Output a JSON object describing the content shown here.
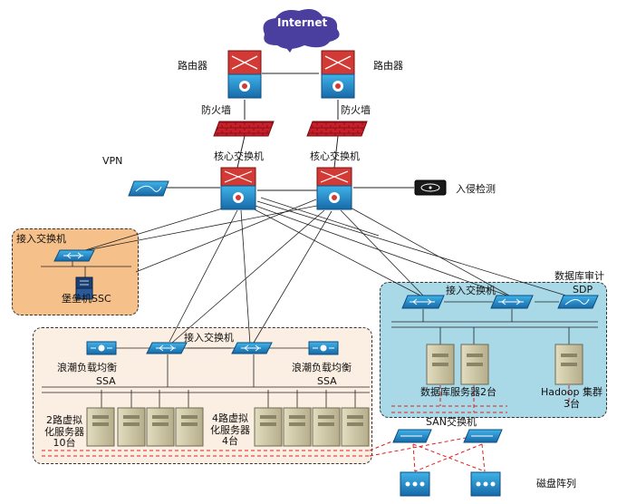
{
  "internet_label": "Internet",
  "routers": {
    "left": "路由器",
    "right": "路由器"
  },
  "firewalls": {
    "left": "防火墙",
    "right": "防火墙"
  },
  "core_switches": {
    "left": "核心交换机",
    "right": "核心交换机"
  },
  "vpn_label": "VPN",
  "ids_label": "入侵检测",
  "access_zone": {
    "title": "接入交换机",
    "bastion": "堡垒机SSC"
  },
  "server_zone": {
    "switch": "接入交换机",
    "lb_left": "浪潮负载均衡",
    "lb_right": "浪潮负载均衡",
    "ssa_left": "SSA",
    "ssa_right": "SSA",
    "group_left": "2路虚拟\n化服务器\n10台",
    "group_right": "4路虚拟\n化服务器\n4台"
  },
  "db_zone": {
    "audit": "数据库审计",
    "sdp": "SDP",
    "switch": "接入交换机",
    "db_servers": "数据库服务器2台",
    "hadoop": "Hadoop 集群\n3台"
  },
  "san_switch": "SAN交换机",
  "disk_array": "磁盘阵列",
  "colors": {
    "network_blue": "#1f8fcf",
    "firewall_red": "#c8202a",
    "router_red": "#d23a36",
    "cloud_purple": "#4a3f9e",
    "access_zone_fill": "#f6c08a",
    "server_zone_fill": "#fbeee2",
    "db_zone_fill": "#a9d8e6",
    "server_beige": "#cdc7a6",
    "san_dash": "#e0201e"
  }
}
